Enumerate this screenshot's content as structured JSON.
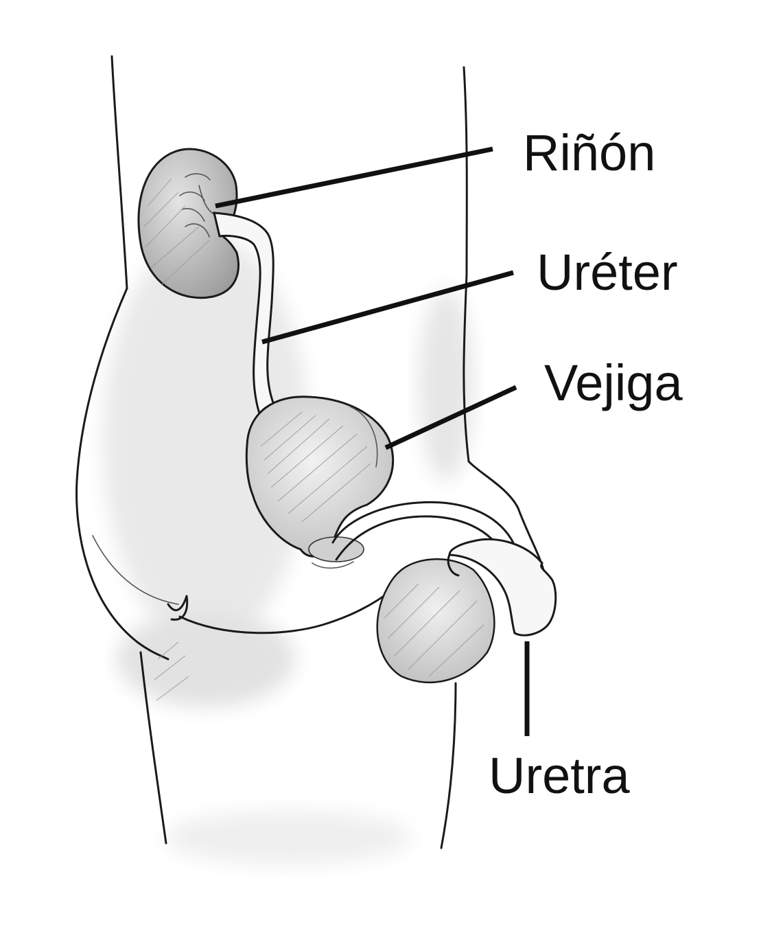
{
  "labels": {
    "kidney": "Riñón",
    "ureter": "Uréter",
    "bladder": "Vejiga",
    "urethra": "Uretra"
  }
}
